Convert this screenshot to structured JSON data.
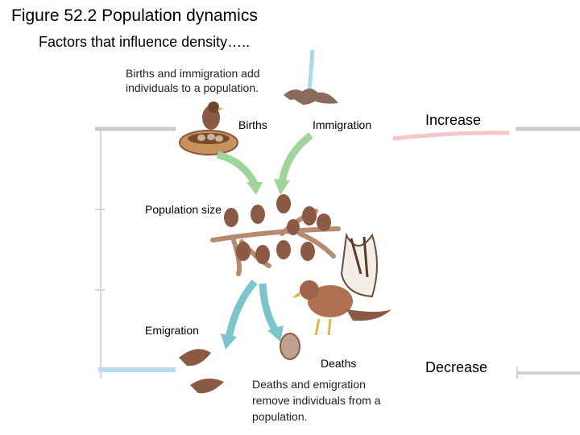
{
  "title": "Figure 52.2 Population dynamics",
  "subtitle": "Factors that influence density…..",
  "labels": {
    "births_note": "Births and immigration add individuals to a population.",
    "births": "Births",
    "immigration": "Immigration",
    "increase": "Increase",
    "population_size": "Population size",
    "emigration": "Emigration",
    "deaths": "Deaths",
    "decrease": "Decrease",
    "deaths_note": "Deaths and emigration remove individuals from a population."
  },
  "colors": {
    "add_arrow": "#9fd49a",
    "remove_arrow": "#7cc4cc",
    "increase_line": "#f4c6c8",
    "decrease_line": "#b9dcef",
    "axis_gray": "#c8c8c8",
    "branch": "#b58a6e",
    "bird": "#8a5a44"
  },
  "icons": [
    "nest-icon",
    "bird-icon",
    "hawk-icon",
    "branch-icon",
    "arrow-icon"
  ]
}
